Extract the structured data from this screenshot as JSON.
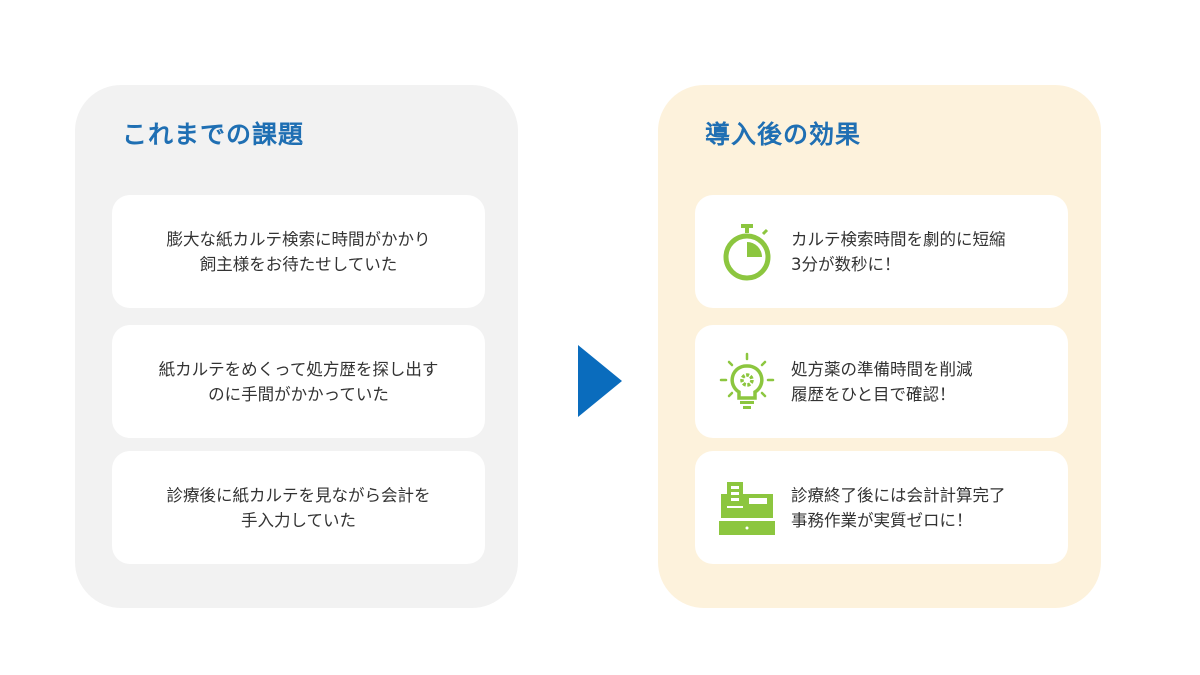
{
  "before": {
    "title": "これまでの課題",
    "items": [
      {
        "line1": "膨大な紙カルテ検索に時間がかかり",
        "line2": "飼主様をお待たせしていた"
      },
      {
        "line1": "紙カルテをめくって処方歴を探し出す",
        "line2": "のに手間がかかっていた"
      },
      {
        "line1": "診療後に紙カルテを見ながら会計を",
        "line2": "手入力していた"
      }
    ]
  },
  "after": {
    "title": "導入後の効果",
    "items": [
      {
        "icon": "stopwatch-icon",
        "line1": "カルテ検索時間を劇的に短縮",
        "line2": "3分が数秒に！"
      },
      {
        "icon": "lightbulb-gear-icon",
        "line1": "処方薬の準備時間を削減",
        "line2": "履歴をひと目で確認！"
      },
      {
        "icon": "cash-register-icon",
        "line1": "診療終了後には会計計算完了",
        "line2": "事務作業が実質ゼロに！"
      }
    ]
  },
  "colors": {
    "title": "#1f6fb3",
    "arrow": "#0a6cbd",
    "icon": "#8cc63f",
    "left_bg": "#f2f2f2",
    "right_bg": "#fdf2dc"
  }
}
